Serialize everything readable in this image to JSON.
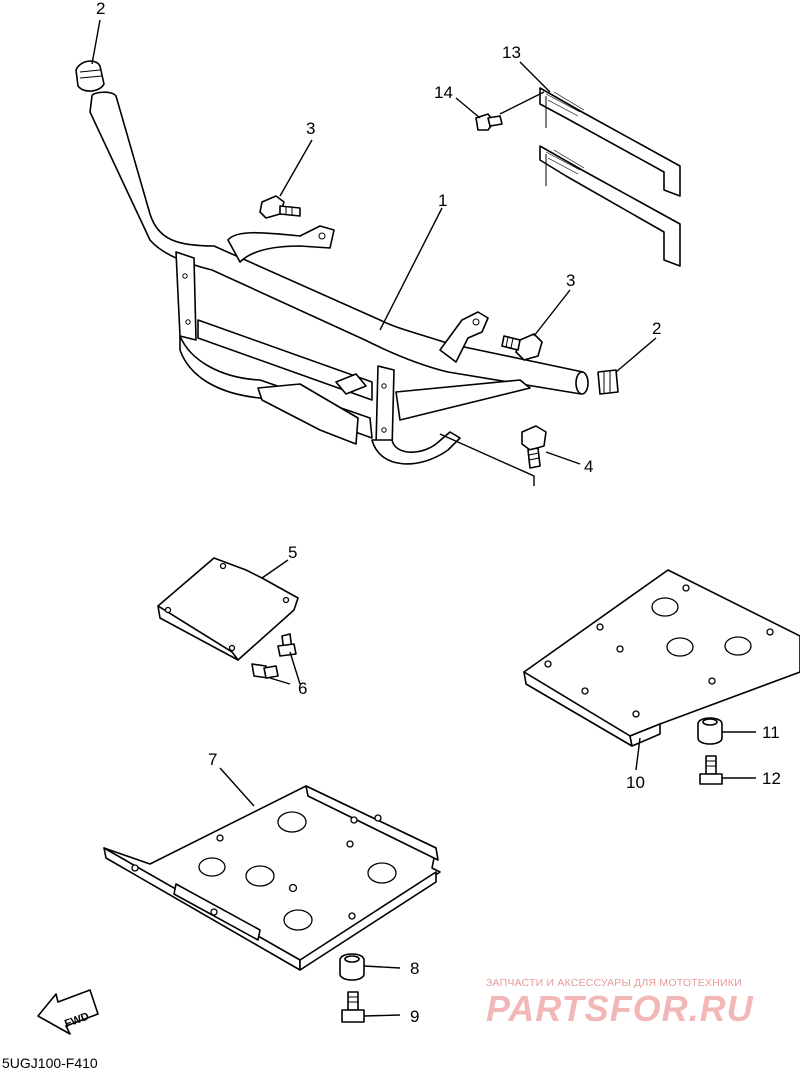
{
  "diagram": {
    "code": "5UGJ100-F410",
    "fwd_label": "FWD",
    "callouts": [
      {
        "id": "c2a",
        "label": "2"
      },
      {
        "id": "c3a",
        "label": "3"
      },
      {
        "id": "c1",
        "label": "1"
      },
      {
        "id": "c13",
        "label": "13"
      },
      {
        "id": "c14",
        "label": "14"
      },
      {
        "id": "c3b",
        "label": "3"
      },
      {
        "id": "c2b",
        "label": "2"
      },
      {
        "id": "c4",
        "label": "4"
      },
      {
        "id": "c5",
        "label": "5"
      },
      {
        "id": "c6",
        "label": "6"
      },
      {
        "id": "c7",
        "label": "7"
      },
      {
        "id": "c8",
        "label": "8"
      },
      {
        "id": "c9",
        "label": "9"
      },
      {
        "id": "c10",
        "label": "10"
      },
      {
        "id": "c11",
        "label": "11"
      },
      {
        "id": "c12",
        "label": "12"
      }
    ]
  },
  "watermark": {
    "tagline": "ЗАПЧАСТИ И АКСЕССУАРЫ ДЛЯ МОТОТЕХНИКИ",
    "logo": "PARTSFOR.RU",
    "color": "#e79a9a"
  }
}
